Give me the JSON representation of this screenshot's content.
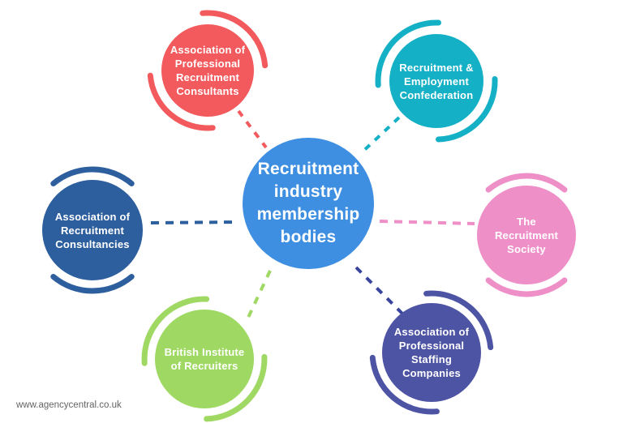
{
  "center": {
    "label": "Recruitment\nindustry\nmembership\nbodies",
    "color": "#3e8fe1",
    "text_color": "#ffffff"
  },
  "nodes": [
    {
      "label": "Association of\nProfessional\nRecruitment\nConsultants",
      "color": "#f25a5d",
      "connector_color": "#f25a5d"
    },
    {
      "label": "Recruitment &\nEmployment\nConfederation",
      "color": "#14b0c5",
      "connector_color": "#14b0c5"
    },
    {
      "label": "The\nRecruitment\nSociety",
      "color": "#ef8fc8",
      "connector_color": "#ef8fc8"
    },
    {
      "label": "Association of\nProfessional\nStaffing\nCompanies",
      "color": "#4e54a4",
      "connector_color": "#39449c"
    },
    {
      "label": "British Institute\nof Recruiters",
      "color": "#9fd964",
      "connector_color": "#9fd964"
    },
    {
      "label": "Association of\nRecruitment\nConsultancies",
      "color": "#2d5e9e",
      "connector_color": "#2d5e9e"
    }
  ],
  "footer": {
    "website": "www.agencycentral.co.uk"
  }
}
